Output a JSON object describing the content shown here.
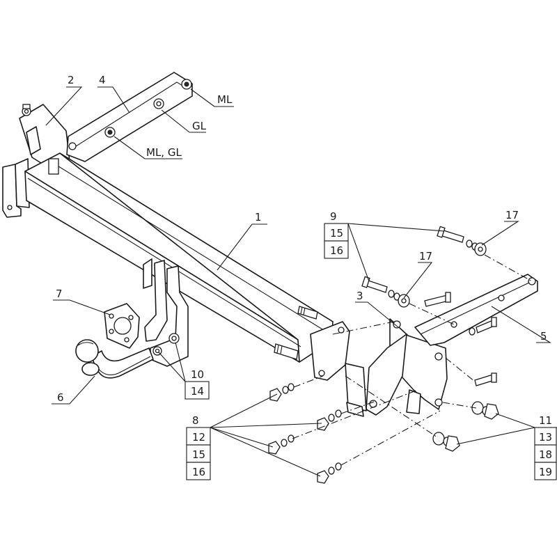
{
  "callouts": {
    "p1": "1",
    "p2": "2",
    "p3": "3",
    "p4": "4",
    "p5": "5",
    "p6": "6",
    "p7": "7",
    "ml": "ML",
    "gl": "GL",
    "mlgl": "ML, GL",
    "p17a": "17",
    "p17b": "17"
  },
  "stack_9": [
    "9",
    "15",
    "16"
  ],
  "stack_10": [
    "10",
    "14"
  ],
  "stack_8": [
    "8",
    "12",
    "15",
    "16"
  ],
  "stack_11": [
    "11",
    "13",
    "18",
    "19"
  ]
}
